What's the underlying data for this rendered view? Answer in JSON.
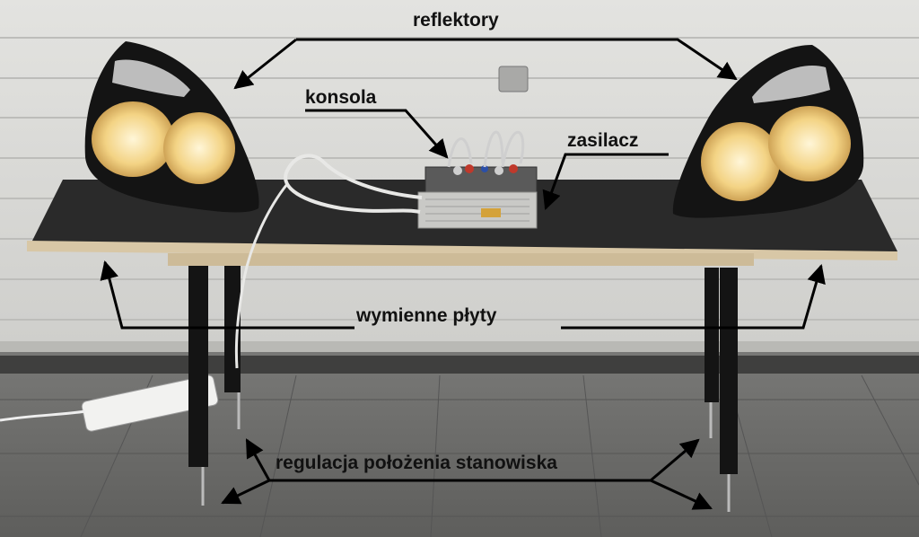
{
  "labels": {
    "reflektory": "reflektory",
    "konsola": "konsola",
    "zasilacz": "zasilacz",
    "wymienne_plyty": "wymienne płyty",
    "regulacja": "regulacja położenia stanowiska"
  },
  "colors": {
    "wall": "#d9d9d6",
    "floor": "#6e6e6c",
    "tabletop": "#2a2a2a",
    "board_edge": "#d8c7a6",
    "lamp_glow": "#f6d98a",
    "arrow": "#000000"
  }
}
